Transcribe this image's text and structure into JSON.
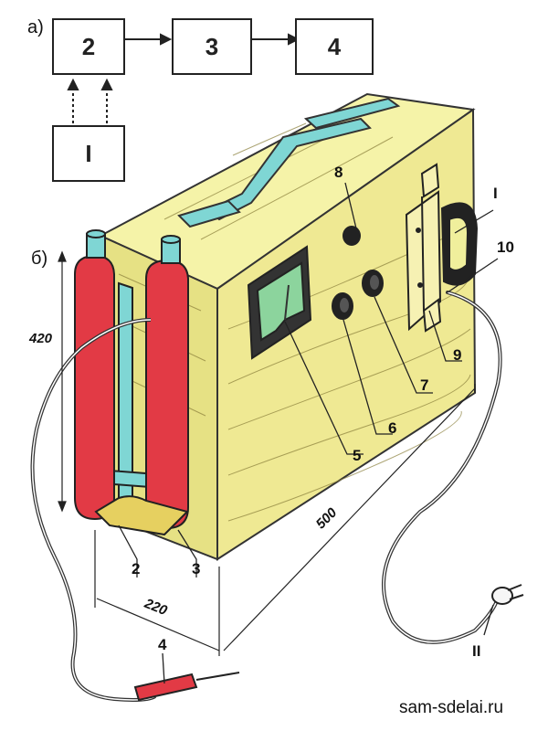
{
  "block_diagram": {
    "section_label": "а)",
    "blocks": [
      "2",
      "3",
      "4",
      "I"
    ]
  },
  "drawing": {
    "section_label": "б)",
    "dimensions": {
      "height": "420",
      "width": "220",
      "length": "500"
    },
    "part_labels": [
      "I",
      "2",
      "3",
      "4",
      "5",
      "6",
      "7",
      "8",
      "9",
      "10",
      "II"
    ]
  },
  "watermark": "sam-sdelai.ru",
  "colors": {
    "box_face": "#f0ef9c",
    "box_side": "#e3df7d",
    "heater_red": "#e23a45",
    "handle_cyan": "#7fd6d4",
    "meter_green": "#8cd49d",
    "line": "#222222"
  }
}
